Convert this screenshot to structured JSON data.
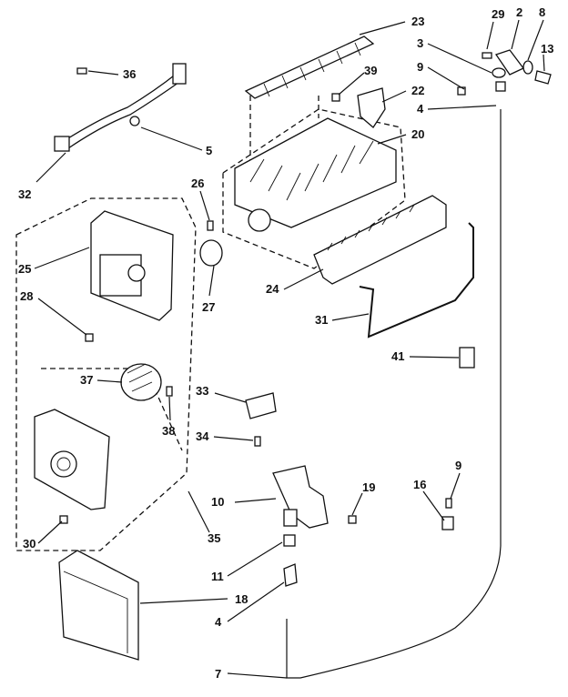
{
  "callouts": [
    "23",
    "29",
    "2",
    "8",
    "3",
    "13",
    "36",
    "9",
    "39",
    "22",
    "4",
    "20",
    "5",
    "32",
    "26",
    "25",
    "28",
    "24",
    "27",
    "31",
    "41",
    "37",
    "33",
    "38",
    "34",
    "9",
    "16",
    "10",
    "19",
    "30",
    "35",
    "11",
    "18",
    "4",
    "7"
  ]
}
